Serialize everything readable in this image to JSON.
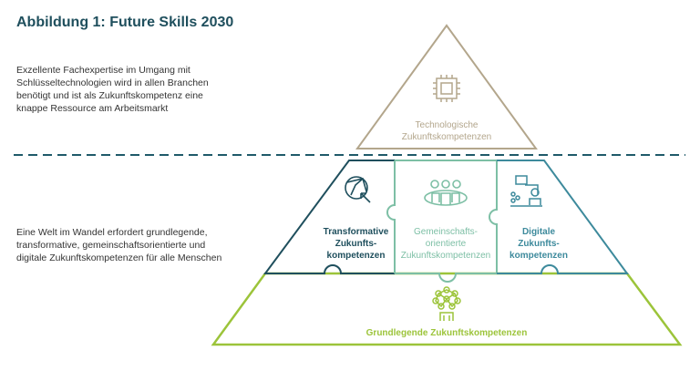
{
  "title": "Abbildung 1: Future Skills 2030",
  "descriptions": {
    "top": "Exzellente Fachexpertise im Umgang mit Schlüsseltechnologien wird in allen Branchen benötigt und ist als Zukunftskompetenz eine knappe Ressource am Arbeitsmarkt",
    "bottom": "Eine Welt im Wandel erfordert grundlegende, transformative, gemeinschaftsorientierte und digitale Zukunftskompetenzen für alle Menschen"
  },
  "pyramid": {
    "technologisch": {
      "line1": "Technologische",
      "line2": "Zukunftskompetenzen",
      "icon": "chip-icon"
    },
    "transformativ": {
      "line1": "Transformative",
      "line2": "Zukunfts-",
      "line3": "kompetenzen",
      "icon": "globe-cursor-icon"
    },
    "gemeinschaft": {
      "line1": "Gemeinschafts-",
      "line2": "orientierte",
      "line3": "Zukunftskompetenzen",
      "icon": "group-icon"
    },
    "digital": {
      "line1": "Digitale",
      "line2": "Zukunfts-",
      "line3": "kompetenzen",
      "icon": "digital-presenter-icon"
    },
    "grundlegend": {
      "label": "Grundlegende Zukunftskompetenzen",
      "icon": "network-person-icon"
    }
  },
  "colors": {
    "title": "#1f4f5d",
    "technologisch": "#b3a68c",
    "transformativ": "#1f4f5d",
    "gemeinschaft": "#7dbfa5",
    "digital": "#3d8a9c",
    "grundlegend": "#9cc43a",
    "divider": "#1f5a6a"
  }
}
